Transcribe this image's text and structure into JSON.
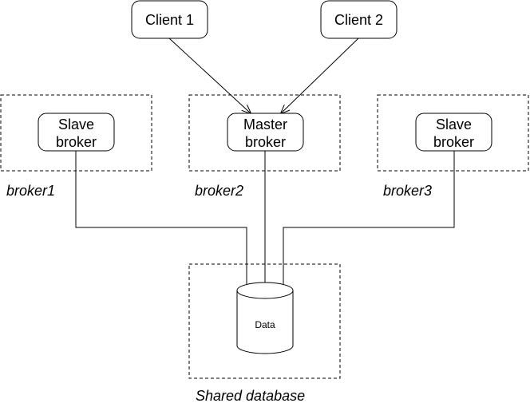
{
  "clients": [
    {
      "label": "Client 1"
    },
    {
      "label": "Client 2"
    }
  ],
  "brokers": [
    {
      "line1": "Slave",
      "line2": "broker",
      "group_label": "broker1"
    },
    {
      "line1": "Master",
      "line2": "broker",
      "group_label": "broker2"
    },
    {
      "line1": "Slave",
      "line2": "broker",
      "group_label": "broker3"
    }
  ],
  "database": {
    "label": "Data",
    "group_label": "Shared database"
  }
}
